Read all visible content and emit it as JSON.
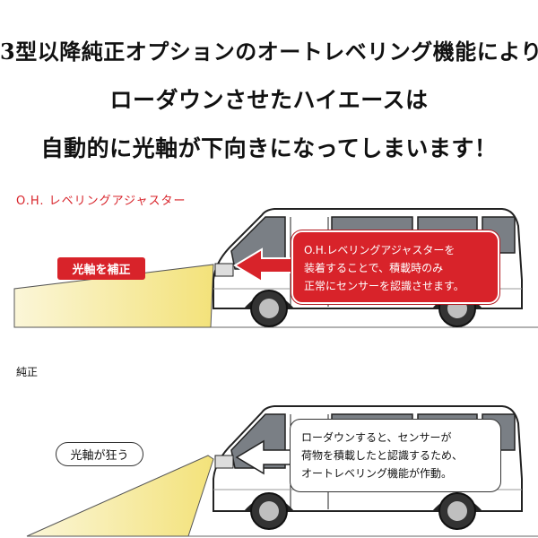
{
  "headline": {
    "line1": "3型以降純正オプションのオートレベリング機能により",
    "line2": "ローダウンさせたハイエースは",
    "line3": "自動的に光軸が下向きになってしまいます！"
  },
  "with_adjuster": {
    "section_label": "O.H. レベリングアジャスター",
    "tag": "光軸を補正",
    "bubble": {
      "line1": "O.H.レベリングアジャスターを",
      "line2": "装着することで、積載時のみ",
      "line3": "正常にセンサーを認識させます。"
    }
  },
  "stock": {
    "section_label": "純正",
    "tag": "光軸が狂う",
    "bubble": {
      "line1": "ローダウンすると、センサーが",
      "line2": "荷物を積載したと認識するため、",
      "line3": "オートレベリング機能が作動。"
    }
  },
  "colors": {
    "accent_red": "#d8232a",
    "beam_yellow": "#f5e79a",
    "van_white": "#ffffff",
    "outline": "#222222"
  }
}
